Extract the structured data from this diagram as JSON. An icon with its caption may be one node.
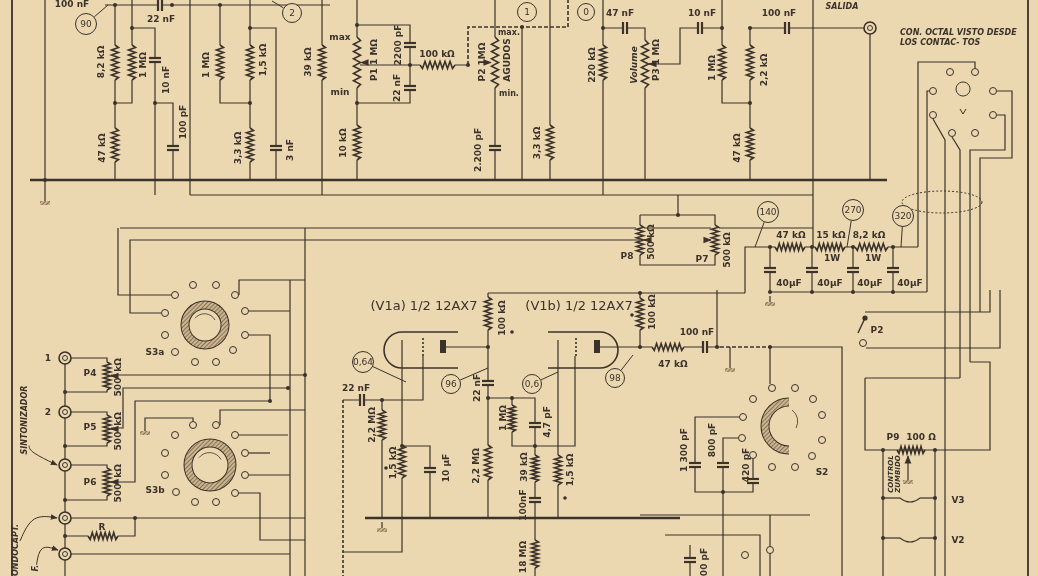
{
  "diagram": {
    "nodes": [
      {
        "text": [
          "90"
        ]
      },
      {
        "text": [
          "2"
        ]
      },
      {
        "text": [
          "1"
        ]
      },
      {
        "text": [
          "0"
        ]
      },
      {
        "text": [
          "140"
        ]
      },
      {
        "text": [
          "270"
        ]
      },
      {
        "text": [
          "320"
        ]
      },
      {
        "text": [
          "0,64"
        ]
      },
      {
        "text": [
          "96"
        ]
      },
      {
        "text": [
          "0,6"
        ]
      },
      {
        "text": [
          "98"
        ]
      },
      {
        "text": [
          "SINTONIZADOR"
        ]
      },
      {
        "text": [
          "ONDOCAPT."
        ]
      },
      {
        "text": [
          "F."
        ]
      }
    ],
    "edges": [
      {
        "from": 0,
        "to": null,
        "arrow": "none"
      },
      {
        "from": 1,
        "to": null,
        "arrow": "none"
      },
      {
        "from": 4,
        "to": null,
        "arrow": "none"
      },
      {
        "from": 5,
        "to": null,
        "arrow": "none"
      },
      {
        "from": 6,
        "to": null,
        "arrow": "none"
      },
      {
        "from": 7,
        "to": null,
        "arrow": "none"
      },
      {
        "from": 8,
        "to": null,
        "arrow": "none"
      },
      {
        "from": 9,
        "to": null,
        "arrow": "none"
      },
      {
        "from": 10,
        "to": null,
        "arrow": "none"
      },
      {
        "from": 11,
        "to": null,
        "arrow": "to"
      },
      {
        "from": 12,
        "to": null,
        "arrow": "to"
      },
      {
        "from": 13,
        "to": null,
        "arrow": "to"
      }
    ],
    "labels": [
      "100 nF",
      "22 nF",
      "8,2 kΩ",
      "1 MΩ",
      "10 nF",
      "47 kΩ",
      "100 pF",
      "1 MΩ",
      "1,5 kΩ",
      "3,3 kΩ",
      "3 nF",
      "39 kΩ",
      "max",
      "min",
      "P1 1 MΩ",
      "2200 pF",
      "22 nF",
      "100 kΩ",
      "10 kΩ",
      "P2 1MΩ",
      "AGUDOS",
      "max.",
      "min.",
      "2.200 pF",
      "3,3 kΩ",
      "47 nF",
      "220 kΩ",
      "Volume",
      "P3 1 MΩ",
      "10 nF",
      "100 nF",
      "1 MΩ",
      "2,2 kΩ",
      "47 kΩ",
      "SALIDA",
      "CON. OCTAL VISTO DESDE LOS CONTAC- TOS",
      "47 kΩ",
      "15 kΩ",
      "1W",
      "8,2 kΩ",
      "1W",
      "40µF",
      "40µF",
      "40µF",
      "40µF",
      "P8",
      "500 kΩ",
      "P7",
      "500 kΩ",
      "(V1a) 1/2 12AX7",
      "100 kΩ",
      "(V1b) 1/2 12AX7",
      "100 kΩ",
      "47 kΩ",
      "100 nF",
      "22 nF",
      "22 nF",
      "2,2 MΩ",
      "1,5 kΩ",
      "10 µF",
      "2,2 MΩ",
      "1 MΩ",
      "4,7 pF",
      "39 kΩ",
      "100nF",
      "1,5 kΩ",
      "18 MΩ",
      "S3a",
      "1",
      "P4",
      "kΩ",
      "500",
      "2",
      "P5",
      "kΩ",
      "500",
      "P6",
      "kΩ",
      "500",
      "S3b",
      "R",
      "1 300 pF",
      "800 pF",
      "420 pF",
      "S2",
      "P2",
      "P9",
      "100 Ω",
      "CONTROL ZUMBIDO",
      "V3",
      "V2",
      "00 pF"
    ]
  }
}
